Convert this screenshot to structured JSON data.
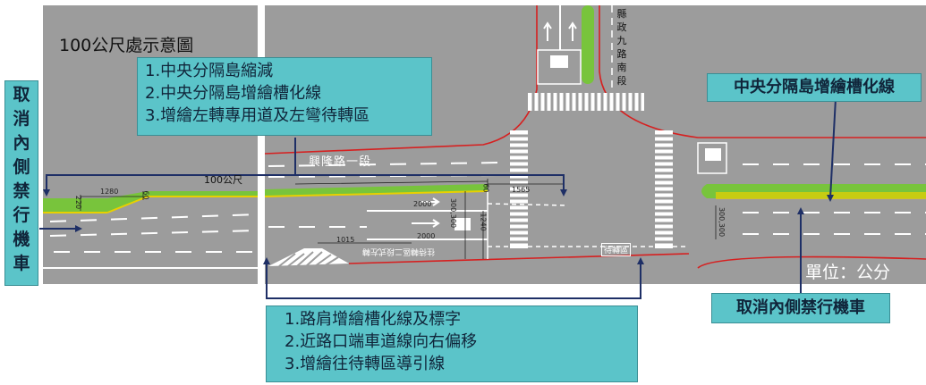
{
  "title": "100公尺處示意圖",
  "unit_label": "單位：公分",
  "callout_top": {
    "lines": [
      "1.中央分隔島縮減",
      "2.中央分隔島增繪槽化線",
      "3.增繪左轉專用道及左彎待轉區"
    ]
  },
  "callout_bottom": {
    "lines": [
      "1.路肩增繪槽化線及標字",
      "2.近路口端車道線向右偏移",
      "3.增繪往待轉區導引線"
    ]
  },
  "callout_right_top": {
    "text": "中央分隔島增繪槽化線"
  },
  "callout_right_bottom": {
    "text": "取消內側禁行機車"
  },
  "callout_left": {
    "chars": [
      "取",
      "消",
      "內",
      "側",
      "禁",
      "行",
      "機",
      "車"
    ]
  },
  "road_name_main": "興隆路一段",
  "road_name_cross": [
    "縣",
    "政",
    "九",
    "路",
    "南",
    "段"
  ],
  "distance_label": "100公尺",
  "wait_zone_label": "待轉區",
  "shoulder_marking": "往待轉區二段式左轉",
  "dimensions": {
    "d1280": "1280",
    "d220": "220",
    "d60_left": "60",
    "d60_right": "60",
    "d1565": "1565",
    "d2000_top": "2000",
    "d2000_bottom": "2000",
    "d1015": "1015",
    "d1240": "1240",
    "d_pair_mid": "300,300",
    "d_pair_right": "300,300"
  },
  "colors": {
    "road": "#9c9c9c",
    "island": "#78c43c",
    "yellow_line": "#e8d000",
    "red_line": "#d62020",
    "callout": "#5bc4c9",
    "leader": "#1e2f66"
  }
}
